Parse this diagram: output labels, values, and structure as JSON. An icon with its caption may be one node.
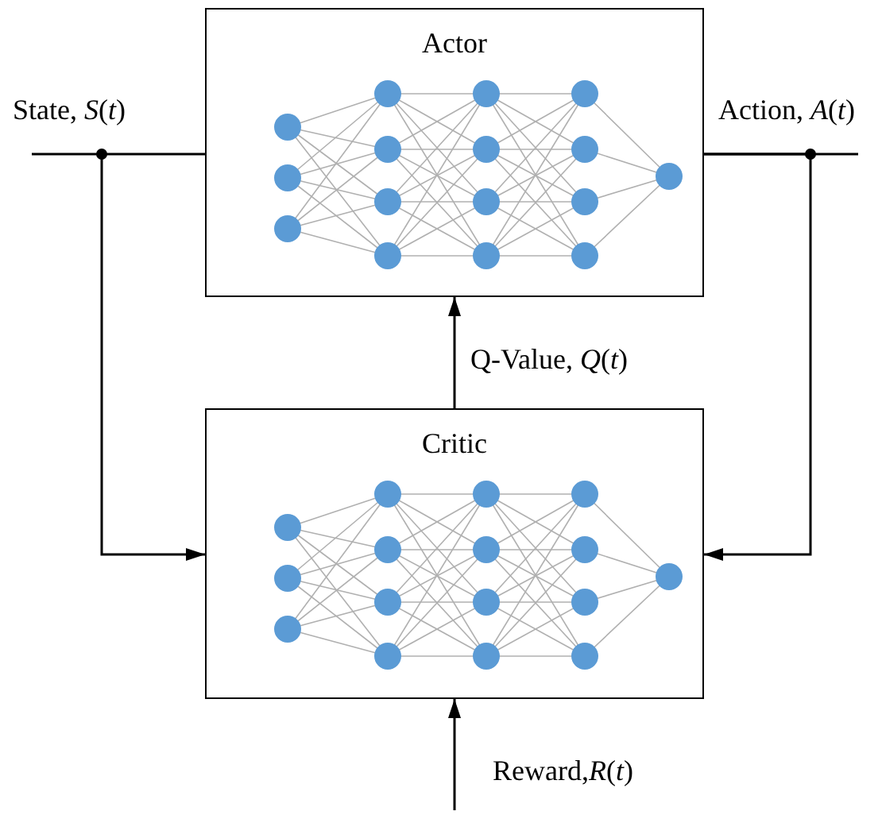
{
  "diagram": {
    "nodes": [
      {
        "text": [
          "Actor"
        ]
      },
      {
        "text": [
          "Critic"
        ]
      }
    ],
    "edges": [
      {
        "from": null,
        "to": 0,
        "arrow": "none",
        "label": "State, *S*(*t*)"
      },
      {
        "from": null,
        "to": 1,
        "arrow": "to"
      },
      {
        "from": 0,
        "to": null,
        "arrow": "none",
        "label": "Action, *A*(*t*)"
      },
      {
        "from": 0,
        "to": 1,
        "arrow": "to"
      },
      {
        "from": 1,
        "to": 0,
        "arrow": "to",
        "label": "Q-Value, *Q*(*t*)"
      },
      {
        "from": null,
        "to": 1,
        "arrow": "to",
        "label": "Reward,*R*(*t*)"
      }
    ]
  }
}
